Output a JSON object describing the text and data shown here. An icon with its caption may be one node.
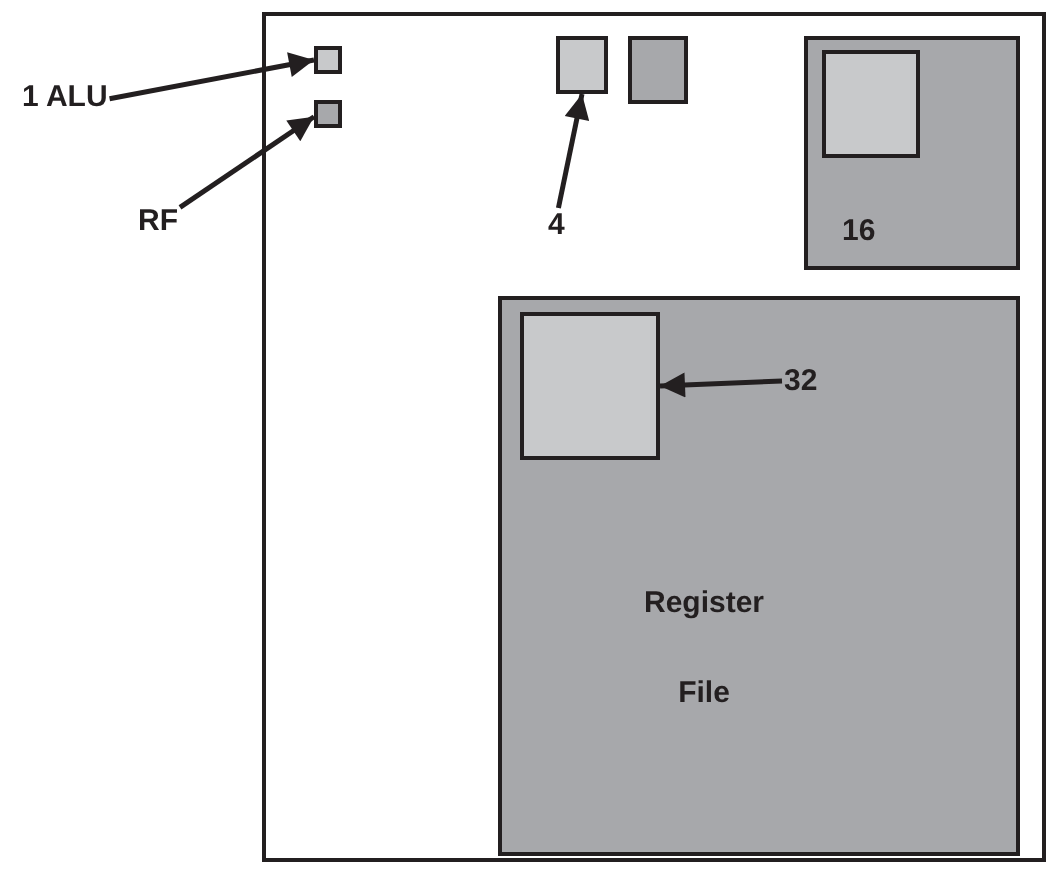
{
  "diagram": {
    "nodes": [
      {
        "text": [],
        "shape": "box"
      },
      {
        "text": [
          "1 ALU"
        ]
      },
      {
        "text": [],
        "shape": "box",
        "in": 0
      },
      {
        "text": [
          "RF"
        ]
      },
      {
        "text": [],
        "shape": "box",
        "in": 0
      },
      {
        "text": [],
        "shape": "box",
        "in": 0
      },
      {
        "text": [],
        "shape": "box",
        "in": 0
      },
      {
        "text": [
          "4"
        ],
        "in": 0
      },
      {
        "text": [
          "16"
        ],
        "in": 0
      },
      {
        "text": [],
        "shape": "box",
        "in": 8
      },
      {
        "text": [
          "Register File"
        ],
        "in": 0
      },
      {
        "text": [],
        "shape": "box",
        "in": 10
      },
      {
        "text": [
          "32"
        ],
        "in": 10
      }
    ],
    "edges": [
      {
        "from": 1,
        "to": 2,
        "arrow": "to"
      },
      {
        "from": 3,
        "to": 4,
        "arrow": "to"
      },
      {
        "from": 7,
        "to": 5,
        "arrow": "to"
      },
      {
        "from": 12,
        "to": 11,
        "arrow": "to"
      }
    ]
  }
}
